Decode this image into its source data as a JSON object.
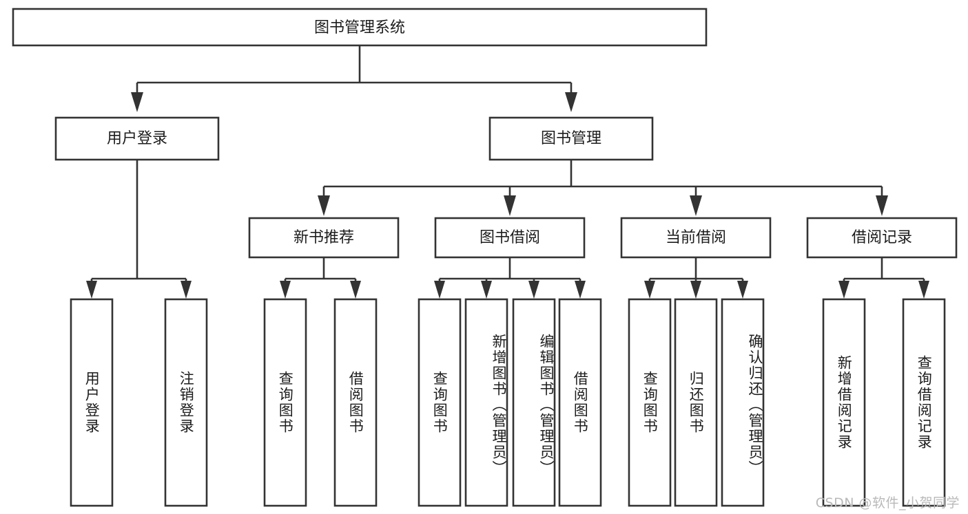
{
  "diagram": {
    "type": "tree",
    "orientation": "top-down",
    "root": {
      "id": "root",
      "label": "图书管理系统"
    },
    "level1": [
      {
        "id": "user-login",
        "label": "用户登录"
      },
      {
        "id": "book-management",
        "label": "图书管理"
      }
    ],
    "level2": [
      {
        "id": "new-book-recommend",
        "label": "新书推荐",
        "parent": "book-management"
      },
      {
        "id": "book-borrow",
        "label": "图书借阅",
        "parent": "book-management"
      },
      {
        "id": "current-borrow",
        "label": "当前借阅",
        "parent": "book-management"
      },
      {
        "id": "borrow-record",
        "label": "借阅记录",
        "parent": "book-management"
      }
    ],
    "leaves": [
      {
        "id": "leaf-user-login",
        "label": "用户登录",
        "parent": "user-login"
      },
      {
        "id": "leaf-logout-login",
        "label": "注销登录",
        "parent": "user-login"
      },
      {
        "id": "leaf-query-book-1",
        "label": "查询图书",
        "parent": "new-book-recommend"
      },
      {
        "id": "leaf-borrow-book-1",
        "label": "借阅图书",
        "parent": "new-book-recommend"
      },
      {
        "id": "leaf-query-book-2",
        "label": "查询图书",
        "parent": "book-borrow"
      },
      {
        "id": "leaf-add-book",
        "label": "新增图书（管理员）",
        "parent": "book-borrow"
      },
      {
        "id": "leaf-edit-book",
        "label": "编辑图书（管理员）",
        "parent": "book-borrow"
      },
      {
        "id": "leaf-borrow-book-2",
        "label": "借阅图书",
        "parent": "book-borrow"
      },
      {
        "id": "leaf-query-book-3",
        "label": "查询图书",
        "parent": "current-borrow"
      },
      {
        "id": "leaf-return-book",
        "label": "归还图书",
        "parent": "current-borrow"
      },
      {
        "id": "leaf-confirm-return",
        "label": "确认归还（管理员）",
        "parent": "current-borrow"
      },
      {
        "id": "leaf-add-record",
        "label": "新增借阅记录",
        "parent": "borrow-record"
      },
      {
        "id": "leaf-query-record",
        "label": "查询借阅记录",
        "parent": "borrow-record"
      }
    ],
    "colors": {
      "box_fill": "#ffffff",
      "box_stroke": "#333333",
      "text": "#1c1c1c",
      "background": "#ffffff",
      "watermark": "#b9b9b9"
    }
  },
  "watermark": {
    "text": "CSDN @软件_小贺同学"
  }
}
